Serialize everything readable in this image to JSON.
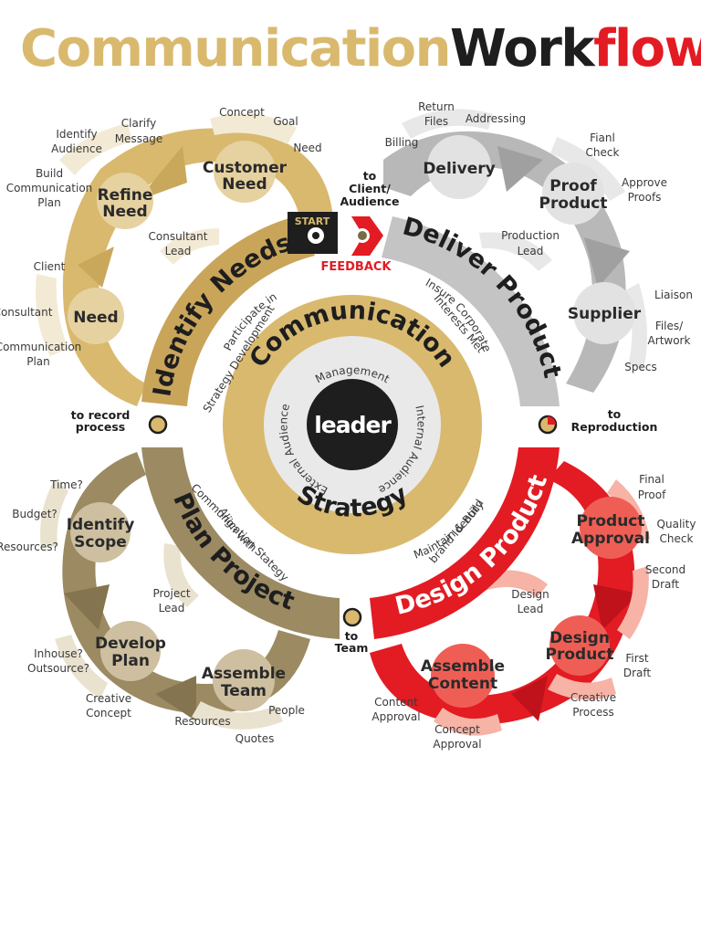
{
  "title": {
    "part1": "Communication",
    "part2": "Work",
    "part3": "flow"
  },
  "colors": {
    "gold": "#d9b96e",
    "grey": "#b8b8b8",
    "olive": "#9c8a62",
    "red": "#e31b23",
    "dark": "#1e1e1e"
  },
  "center": {
    "leader": "leader",
    "inner_top": "Management",
    "inner_left": "External Audience",
    "inner_right": "Internal Audience",
    "ring_top": "Communication",
    "ring_bottom": "Strategy"
  },
  "phases": {
    "identify": {
      "label": "Identify Needs",
      "note1": "Participate in",
      "note2": "Strategy Development"
    },
    "deliver": {
      "label": "Deliver Product",
      "note1": "Insure Corporate",
      "note2": "Interests Met"
    },
    "design": {
      "label": "Design Product",
      "note1": "Maintain & Build",
      "note2": "brand Identity"
    },
    "plan": {
      "label": "Plan Project",
      "note1": "Align with",
      "note2": "Communication Stategy"
    }
  },
  "markers": {
    "start": "START",
    "feedback": "FEEDBACK",
    "to_client": [
      "to",
      "Client/",
      "Audience"
    ],
    "to_record": [
      "to record",
      "process"
    ],
    "to_reproduction": [
      "to",
      "Reproduction"
    ],
    "to_team": [
      "to",
      "Team"
    ]
  },
  "nodes": {
    "customer_need": [
      "Customer",
      "Need"
    ],
    "refine_need": [
      "Refine",
      "Need"
    ],
    "need": [
      "Need"
    ],
    "delivery": [
      "Delivery"
    ],
    "proof_product": [
      "Proof",
      "Product"
    ],
    "supplier": [
      "Supplier"
    ],
    "product_approval": [
      "Product",
      "Approval"
    ],
    "design_product": [
      "Design",
      "Product"
    ],
    "assemble_content": [
      "Assemble",
      "Content"
    ],
    "identify_scope": [
      "Identify",
      "Scope"
    ],
    "develop_plan": [
      "Develop",
      "Plan"
    ],
    "assemble_team": [
      "Assemble",
      "Team"
    ]
  },
  "labels": {
    "concept": "Concept",
    "goal": "Goal",
    "need": "Need",
    "clarify": [
      "Clarify",
      "Message"
    ],
    "identify_audience": [
      "Identify",
      "Audience"
    ],
    "build_plan": [
      "Build",
      "Communication",
      "Plan"
    ],
    "consultant_lead": [
      "Consultant",
      "Lead"
    ],
    "client": "Client",
    "consultant": "Consultant",
    "comm_plan": [
      "Communication",
      "Plan"
    ],
    "return_files": [
      "Return",
      "Files"
    ],
    "addressing": "Addressing",
    "billing": "Billing",
    "fianl_check": [
      "Fianl",
      "Check"
    ],
    "approve_proofs": [
      "Approve",
      "Proofs"
    ],
    "production_lead": [
      "Production",
      "Lead"
    ],
    "liaison": "Liaison",
    "files_artwork": [
      "Files/",
      "Artwork"
    ],
    "specs": "Specs",
    "final_proof": [
      "Final",
      "Proof"
    ],
    "quality_check": [
      "Quality",
      "Check"
    ],
    "second_draft": [
      "Second",
      "Draft"
    ],
    "design_lead": [
      "Design",
      "Lead"
    ],
    "first_draft": [
      "First",
      "Draft"
    ],
    "creative_process": [
      "Creative",
      "Process"
    ],
    "content_approval": [
      "Content",
      "Approval"
    ],
    "concept_approval": [
      "Concept",
      "Approval"
    ],
    "time": "Time?",
    "budget": "Budget?",
    "resources_q": "Resources?",
    "project_lead": [
      "Project",
      "Lead"
    ],
    "inhouse": [
      "Inhouse?",
      "Outsource?"
    ],
    "creative_concept": [
      "Creative",
      "Concept"
    ],
    "resources": "Resources",
    "people": "People",
    "quotes": "Quotes"
  }
}
